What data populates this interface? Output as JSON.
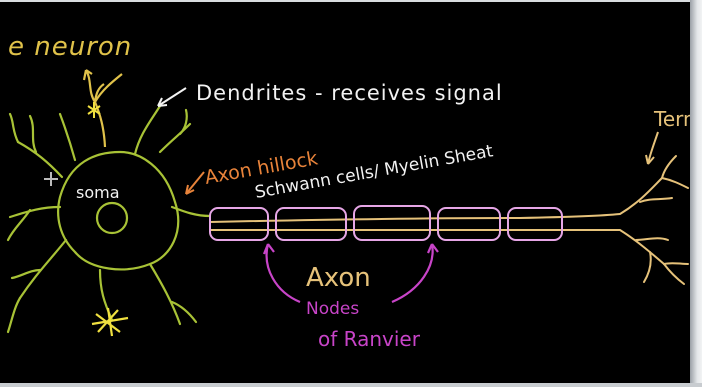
{
  "labels": {
    "title": "e neuron",
    "dendrites": "Dendrites - receives signal",
    "soma": "soma",
    "axon_hillock": "Axon hillock",
    "schwann": "Schwann cells/ Myelin Sheat",
    "terminal": "Term",
    "axon": "Axon",
    "nodes_line1": "Nodes",
    "nodes_line2": "of Ranvier"
  },
  "colors": {
    "background": "#000000",
    "neuron": "#b8c83c",
    "dendrite_tips": "#e0c24a",
    "white_text": "#f2f2f2",
    "hillock": "#e8833a",
    "myelin": "#e6a6e6",
    "axon": "#e6c27a",
    "nodes": "#c844c8"
  }
}
